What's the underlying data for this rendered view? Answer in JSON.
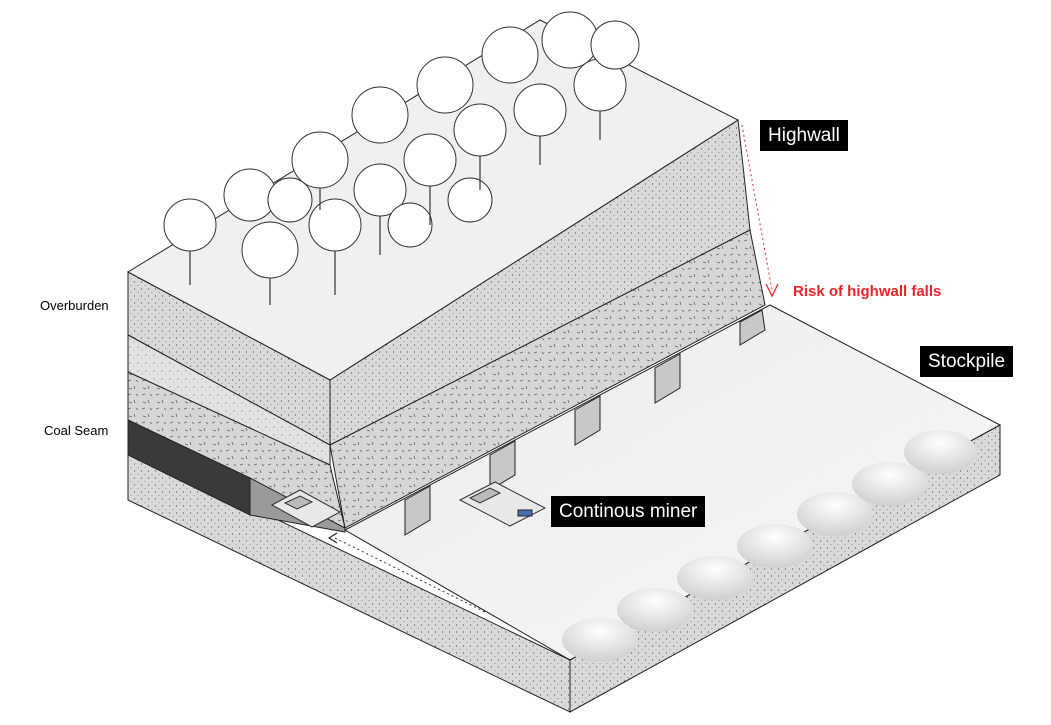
{
  "labels": {
    "highwall": "Highwall",
    "risk": "Risk of highwall falls",
    "stockpile": "Stockpile",
    "overburden": "Overburden",
    "coal_seam": "Coal Seam",
    "miner": "Continous miner"
  },
  "colors": {
    "risk": "#e8262b",
    "label_bg": "#000000",
    "coal": "#3a3a3a",
    "face_light": "#f2f2f2",
    "face_mid": "#d9d9d9",
    "face_dark": "#bdbdbd"
  }
}
